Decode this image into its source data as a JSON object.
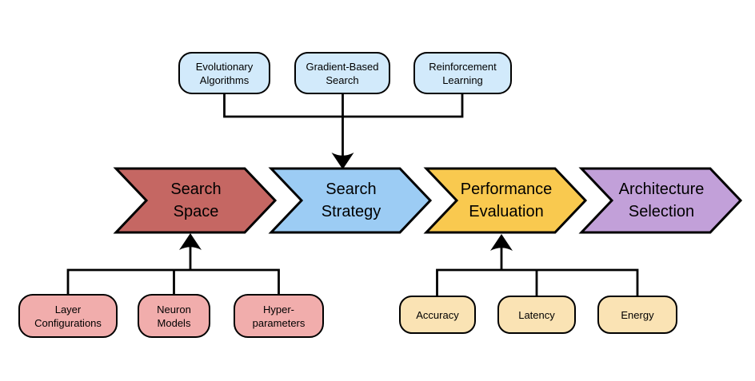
{
  "colors": {
    "background": "#FFFFFF",
    "outline": "#000000",
    "strategy_box_fill": "#D2EAFB",
    "search_space_box_fill": "#F1ADAC",
    "metric_box_fill": "#FAE3B4"
  },
  "search_strategies": {
    "items": [
      {
        "label": "Evolutionary\nAlgorithms"
      },
      {
        "label": "Gradient-Based\nSearch"
      },
      {
        "label": "Reinforcement\nLearning"
      }
    ]
  },
  "pipeline": {
    "stages": [
      {
        "label": "Search\nSpace",
        "fill": "#C56763"
      },
      {
        "label": "Search\nStrategy",
        "fill": "#9CCCF4"
      },
      {
        "label": "Performance\nEvaluation",
        "fill": "#F9C94F"
      },
      {
        "label": "Architecture\nSelection",
        "fill": "#C2A0D9"
      }
    ]
  },
  "search_space_components": {
    "items": [
      {
        "label": "Layer\nConfigurations"
      },
      {
        "label": "Neuron\nModels"
      },
      {
        "label": "Hyper-\nparameters"
      }
    ]
  },
  "evaluation_metrics": {
    "items": [
      {
        "label": "Accuracy"
      },
      {
        "label": "Latency"
      },
      {
        "label": "Energy"
      }
    ]
  }
}
